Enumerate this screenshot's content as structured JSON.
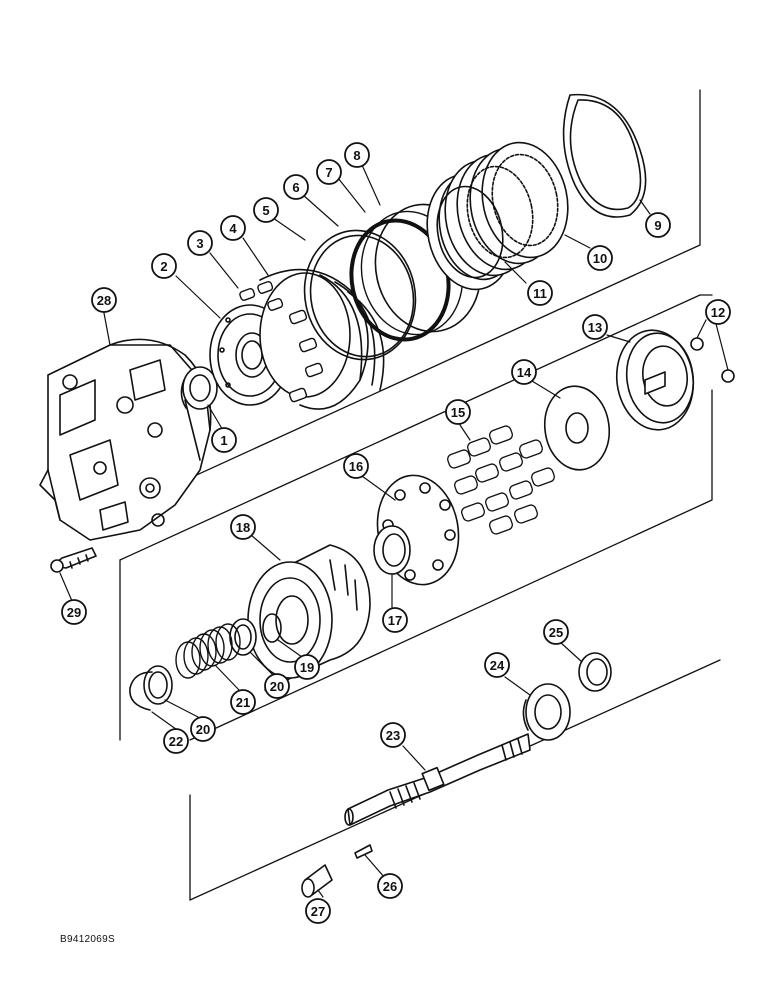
{
  "figure_code": "B9412069S",
  "callouts": [
    "1",
    "2",
    "3",
    "4",
    "5",
    "6",
    "7",
    "8",
    "9",
    "10",
    "11",
    "12",
    "13",
    "14",
    "15",
    "16",
    "17",
    "18",
    "19",
    "20",
    "20",
    "21",
    "22",
    "23",
    "24",
    "25",
    "26",
    "27",
    "28",
    "29"
  ]
}
